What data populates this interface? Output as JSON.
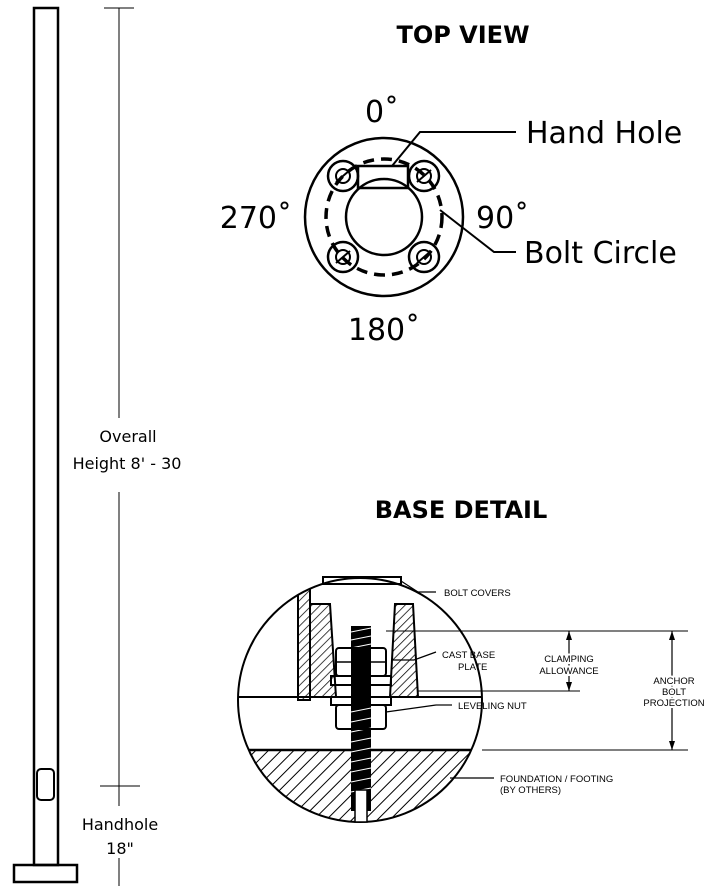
{
  "top_view": {
    "title": "TOP VIEW",
    "angles": {
      "top": "0˚",
      "right": "90˚",
      "bottom": "180˚",
      "left": "270˚"
    },
    "callouts": {
      "hand_hole": "Hand Hole",
      "bolt_circle": "Bolt Circle"
    }
  },
  "pole": {
    "overall_line1": "Overall",
    "overall_line2": "Height 8' - 30",
    "handhole_line1": "Handhole",
    "handhole_line2": "18\""
  },
  "base_detail": {
    "title": "BASE DETAIL",
    "labels": {
      "bolt_covers": "BOLT COVERS",
      "cast_base_1": "CAST BASE",
      "cast_base_2": "PLATE",
      "clamping_1": "CLAMPING",
      "clamping_2": "ALLOWANCE",
      "anchor_1": "ANCHOR",
      "anchor_2": "BOLT",
      "anchor_3": "PROJECTION",
      "leveling_nut": "LEVELING NUT",
      "foundation_1": "FOUNDATION / FOOTING",
      "foundation_2": "(BY OTHERS)"
    }
  }
}
